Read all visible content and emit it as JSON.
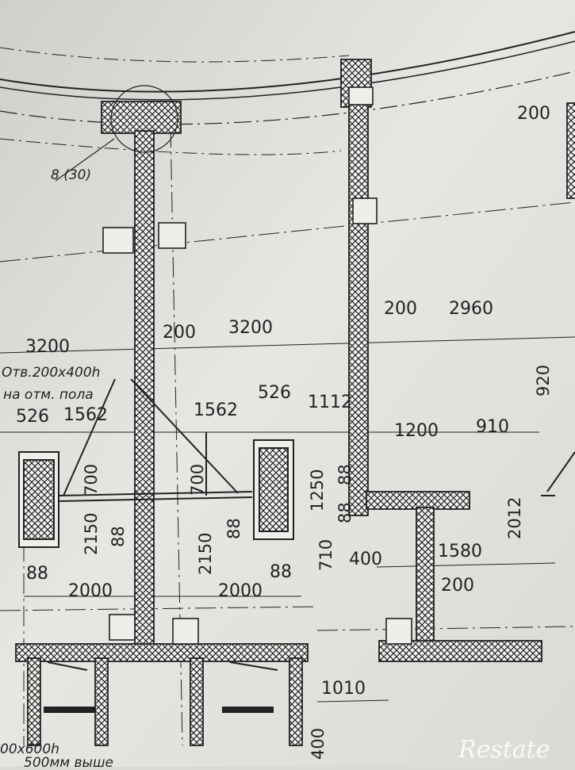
{
  "drawing": {
    "callout": "8 (30)",
    "annotation_line1": "Отв.200х400h",
    "annotation_line2": "на отм. пола",
    "annotation_bottom_line1": "00x600h",
    "annotation_bottom_line2": "500мм выше",
    "dims": {
      "d200_top_right": "200",
      "d200_right_wall": "200",
      "d2960": "2960",
      "d200_center": "200",
      "d3200_center": "3200",
      "d3200_left": "3200",
      "d526_left": "526",
      "d1562_left": "1562",
      "d1562_center": "1562",
      "d526_center": "526",
      "d1112": "1112",
      "d920": "920",
      "d1200": "1200",
      "d910": "910",
      "d700_left": "700",
      "d700_center": "700",
      "d1250": "1250",
      "d88_a": "88",
      "d88_b": "88",
      "d2150_left": "2150",
      "d88_left": "88",
      "d2150_center": "2150",
      "d88_center": "88",
      "d710": "710",
      "d400_mid": "400",
      "d2012": "2012",
      "d1580": "1580",
      "d200_lower": "200",
      "d88_bottom_left": "88",
      "d88_bottom_center": "88",
      "d2000_left": "2000",
      "d2000_center": "2000",
      "d1010": "1010",
      "d400_bottom": "400"
    }
  },
  "watermark": {
    "brand": "Restate"
  },
  "colors": {
    "paper": "#d9d9d6",
    "ink": "#222222"
  }
}
